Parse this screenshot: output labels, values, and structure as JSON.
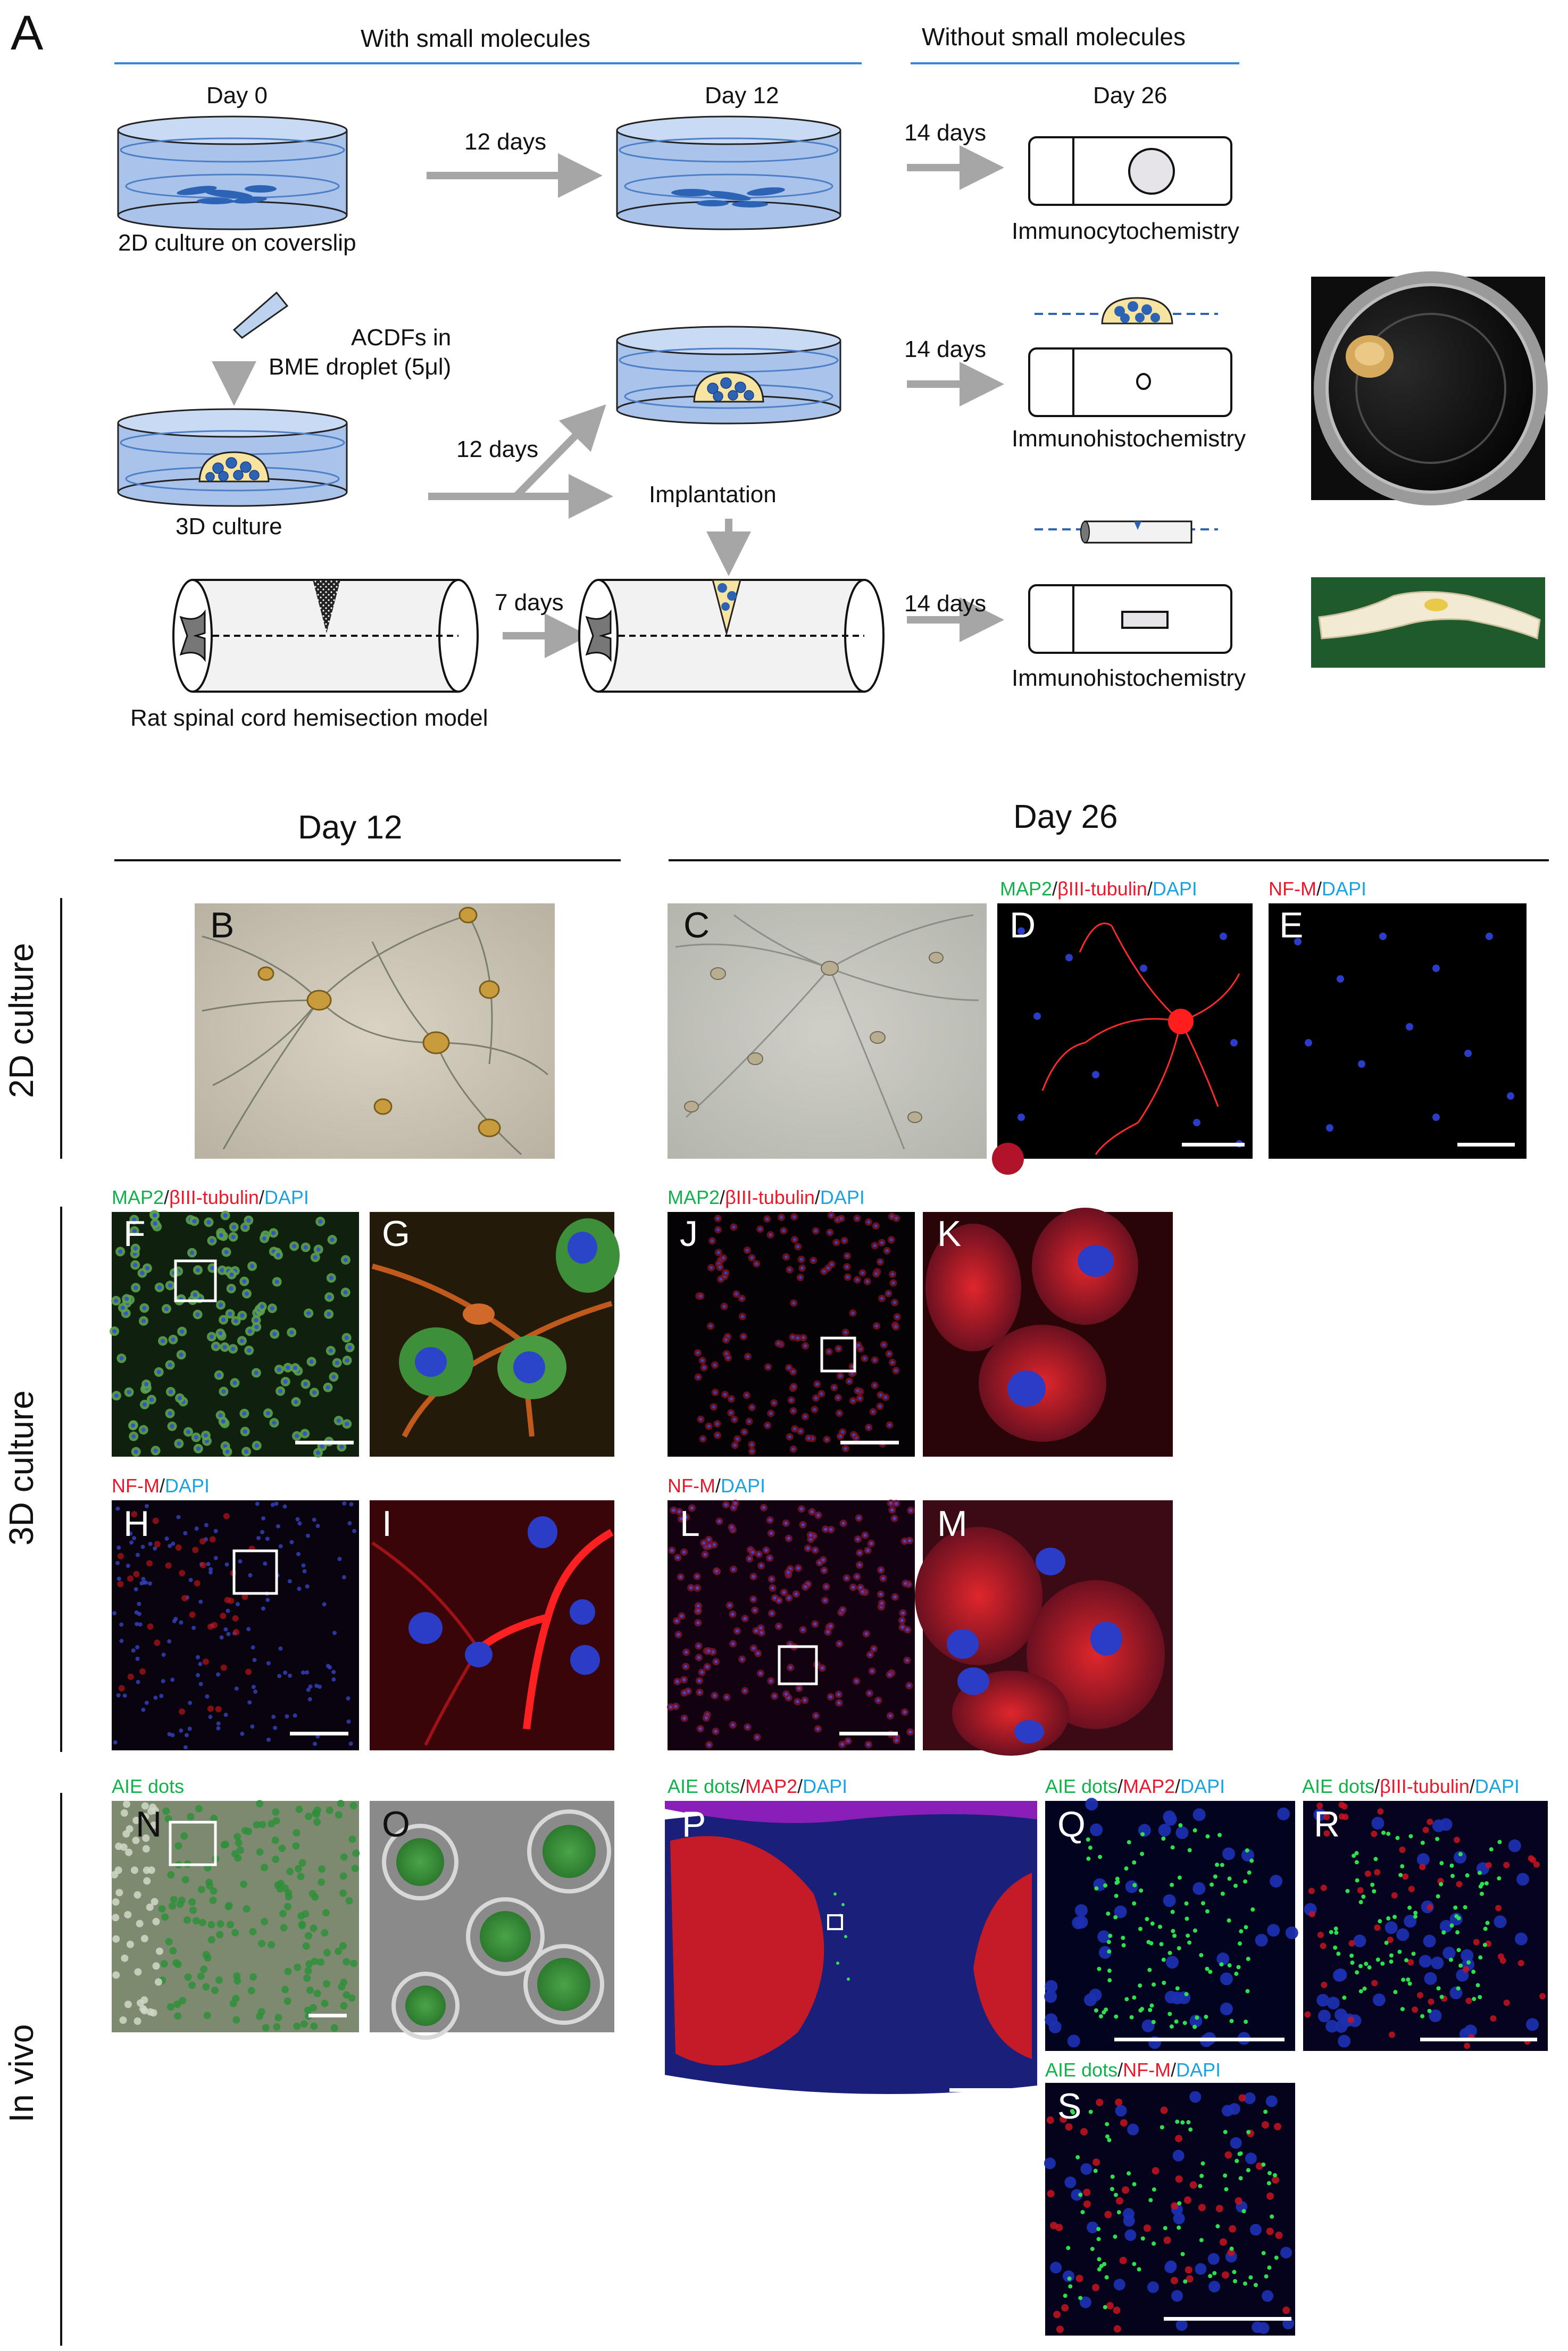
{
  "schematic": {
    "panel_letter": "A",
    "header_left": "With small molecules",
    "header_right": "Without small molecules",
    "day0": "Day 0",
    "day12": "Day 12",
    "day26": "Day 26",
    "arrow_12days_top": "12 days",
    "arrow_14days_1": "14 days",
    "arrow_14days_2": "14 days",
    "arrow_14days_3": "14 days",
    "arrow_12days_mid": "12 days",
    "arrow_7days": "7 days",
    "label_2d": "2D culture on coverslip",
    "label_acdfs_1": "ACDFs in",
    "label_acdfs_2": "BME droplet (5μl)",
    "label_3d": "3D culture",
    "label_implantation": "Implantation",
    "label_rat": "Rat spinal cord hemisection model",
    "label_icc": "Immunocytochemistry",
    "label_ihc_1": "Immunohistochemistry",
    "label_ihc_2": "Immunohistochemistry"
  },
  "section_headers": {
    "day12": "Day 12",
    "day26": "Day 26"
  },
  "row_labels": {
    "culture2d": "2D culture",
    "culture3d": "3D culture",
    "invivo": "In vivo"
  },
  "panels": {
    "B": "B",
    "C": "C",
    "D": "D",
    "E": "E",
    "F": "F",
    "G": "G",
    "H": "H",
    "I": "I",
    "J": "J",
    "K": "K",
    "L": "L",
    "M": "M",
    "N": "N",
    "O": "O",
    "P": "P",
    "Q": "Q",
    "R": "R",
    "S": "S"
  },
  "stains": {
    "map2": "MAP2",
    "slash": "/",
    "btub": "βIII-tubulin",
    "dapi": "DAPI",
    "nfm": "NF-M",
    "aie": "AIE dots"
  },
  "colors": {
    "green_stain": "#12b24a",
    "red_stain": "#e8192c",
    "blue_stain": "#1aa3e0",
    "dish_blue": "#a9c3ea",
    "cell_blue": "#2c63b5",
    "bme_yellow": "#f7e4a0",
    "arrow_gray": "#a6a6a6",
    "header_line_blue": "#3a86d6"
  }
}
